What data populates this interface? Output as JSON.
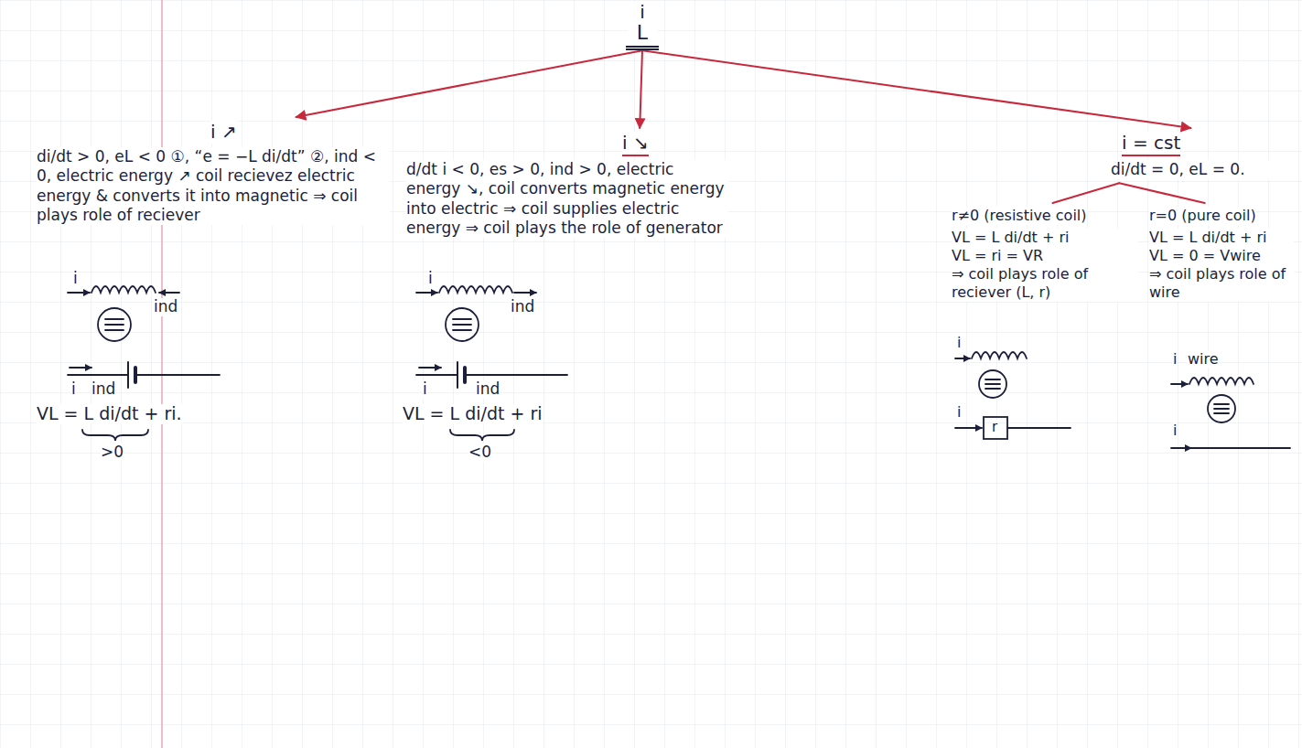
{
  "diagram": {
    "nodes": [
      {
        "text": [
          "i",
          "L"
        ]
      },
      {
        "text": [
          "i ↗",
          "di/dt > 0, eL < 0 ①, “e = −L di/dt” ②, ind < 0, electric energy ↗ coil recievez electric energy & converts it into magnetic ⇒ coil plays role of reciever"
        ]
      },
      {
        "text": [
          "i ↘",
          "d/dt i < 0, es > 0, ind > 0, electric energy ↘, coil converts magnetic energy into electric ⇒ coil supplies electric energy ⇒ coil plays the role of generator"
        ]
      },
      {
        "text": [
          "i = cst",
          "di/dt = 0, eL = 0."
        ]
      },
      {
        "text": [
          "r≠0 (resistive coil)",
          "VL = L di/dt + ri",
          "VL = ri = VR",
          "⇒ coil plays role of reciever (L, r)"
        ]
      },
      {
        "text": [
          "r=0 (pure coil)",
          "VL = L di/dt + ri",
          "VL = 0 = Vwire",
          "⇒ coil plays role of wire"
        ]
      }
    ],
    "edges": [
      {
        "from": 0,
        "to": 1,
        "arrow": "to"
      },
      {
        "from": 0,
        "to": 2,
        "arrow": "to"
      },
      {
        "from": 0,
        "to": 3,
        "arrow": "to"
      },
      {
        "from": 3,
        "to": 4,
        "arrow": "none"
      },
      {
        "from": 3,
        "to": 5,
        "arrow": "none"
      }
    ],
    "labels": [
      "i",
      "ind",
      "i",
      "ind",
      "VL = L di/dt + ri.",
      ">0",
      "i",
      "ind",
      "i",
      "ind",
      "VL = L di/dt + ri",
      "<0",
      "i",
      "i",
      "r",
      "i",
      "wire",
      "i"
    ]
  }
}
